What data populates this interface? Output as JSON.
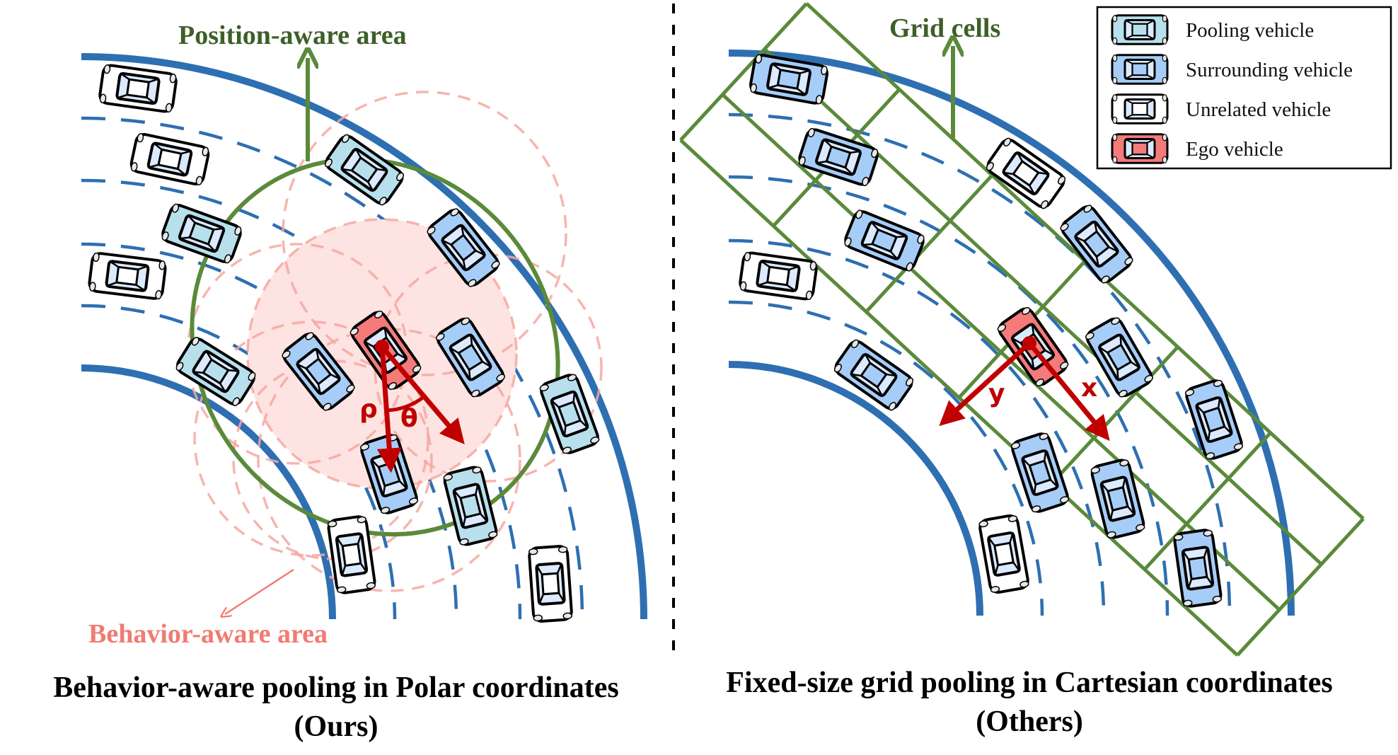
{
  "figure": {
    "left_panel": {
      "position_label": "Position-aware area",
      "behavior_label": "Behavior-aware area",
      "rho_label": "ρ",
      "theta_label": "θ",
      "caption_line1": "Behavior-aware pooling in Polar coordinates",
      "caption_line2": "(Ours)"
    },
    "right_panel": {
      "grid_label": "Grid cells",
      "x_label": "x",
      "y_label": "y",
      "grid_cols": 6,
      "grid_rows": 3,
      "caption_line1": "Fixed-size grid pooling in Cartesian coordinates",
      "caption_line2": "(Others)"
    },
    "legend": {
      "items": [
        {
          "label": "Pooling vehicle",
          "type": "pooling"
        },
        {
          "label": "Surrounding vehicle",
          "type": "surrounding"
        },
        {
          "label": "Unrelated vehicle",
          "type": "unrelated"
        },
        {
          "label": "Ego vehicle",
          "type": "ego"
        }
      ]
    },
    "colors": {
      "road": "#2e6fb2",
      "lane": "#2e6fb2",
      "position_area": "#5a8a3a",
      "label_green": "#3d5f28",
      "behavior_area": "#f4a8a0",
      "behavior_fill": "#fde3e1",
      "label_pink": "#f07b72",
      "axis_arrow": "#c00000",
      "car_pooling": "#b7e0ec",
      "car_surrounding": "#a6cdf7",
      "car_unrelated": "#ffffff",
      "car_ego": "#f57a7a",
      "car_window": "#dbeaff"
    }
  }
}
